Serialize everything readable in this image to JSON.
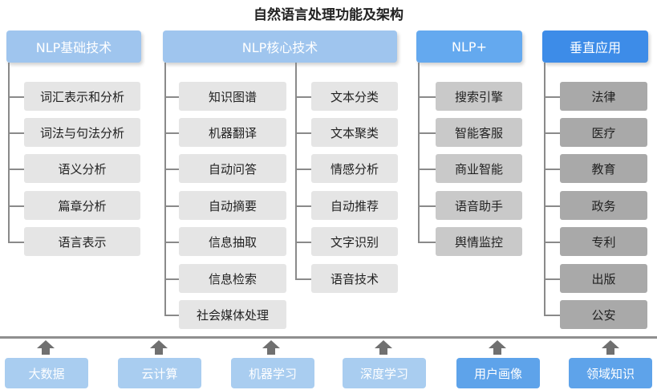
{
  "title": "自然语言处理功能及架构",
  "columns": [
    {
      "header": "NLP基础技术",
      "items": [
        "词汇表示和分析",
        "词法与句法分析",
        "语义分析",
        "篇章分析",
        "语言表示"
      ]
    },
    {
      "header": "NLP核心技术",
      "items_left": [
        "知识图谱",
        "机器翻译",
        "自动问答",
        "自动摘要",
        "信息抽取",
        "信息检索",
        "社会媒体处理"
      ],
      "items_right": [
        "文本分类",
        "文本聚类",
        "情感分析",
        "自动推荐",
        "文字识别",
        "语音技术"
      ]
    },
    {
      "header": "NLP+",
      "items": [
        "搜索引擎",
        "智能客服",
        "商业智能",
        "语音助手",
        "舆情监控"
      ]
    },
    {
      "header": "垂直应用",
      "items": [
        "法律",
        "医疗",
        "教育",
        "政务",
        "专利",
        "出版",
        "公安"
      ]
    }
  ],
  "foundation": [
    "大数据",
    "云计算",
    "机器学习",
    "深度学习",
    "用户画像",
    "领域知识"
  ]
}
